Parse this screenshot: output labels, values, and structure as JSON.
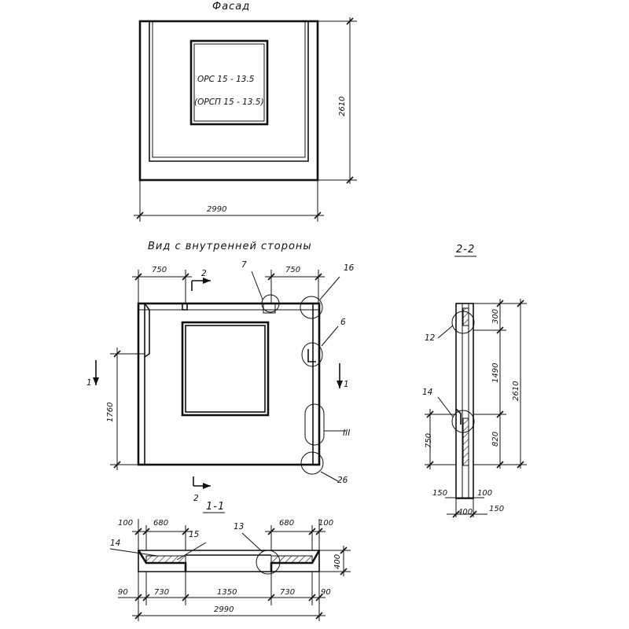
{
  "facade": {
    "title": "Фасад",
    "label_main": "ОРС 15 - 13.5",
    "label_alt": "(ОРСП 15 - 13.5)",
    "dim_height": "2610",
    "dim_width": "2990"
  },
  "inner_view": {
    "title": "Вид с внутренней стороны",
    "dim_left_750": "750",
    "dim_right_750": "750",
    "dim_1760": "1760",
    "section_2_label": "2",
    "section_1_label": "1",
    "markers": {
      "m7": "7",
      "m16": "16",
      "m6": "6",
      "m3": "III",
      "m26": "26"
    }
  },
  "section_2_2": {
    "title": "2-2",
    "dim_300": "300",
    "dim_1490": "1490",
    "dim_2610": "2610",
    "dim_820": "820",
    "dim_750": "750",
    "dim_150_left": "150",
    "dim_100": "100",
    "dim_400": "400",
    "dim_150_right": "150",
    "marker_12": "12",
    "marker_14": "14"
  },
  "section_1_1": {
    "title": "1-1",
    "dim_100_left": "100",
    "dim_680_left": "680",
    "dim_680_right": "680",
    "dim_100_right": "100",
    "dim_90_left": "90",
    "dim_730_left": "730",
    "dim_1350": "1350",
    "dim_730_right": "730",
    "dim_90_right": "90",
    "dim_2990": "2990",
    "dim_400": "400",
    "marker_14": "14",
    "marker_15": "15",
    "marker_13": "13"
  }
}
